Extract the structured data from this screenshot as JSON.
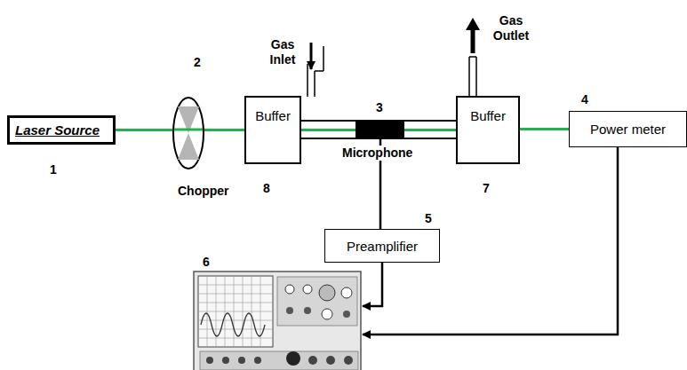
{
  "diagram": {
    "nodes": [
      {
        "text": [
          "Laser Source"
        ]
      },
      {
        "text": [
          "Buffer"
        ]
      },
      {
        "text": [
          "Buffer"
        ]
      },
      {
        "text": [
          "Power meter"
        ]
      },
      {
        "text": [
          "Preamplifier"
        ]
      }
    ],
    "edges": [
      {
        "from": 0,
        "to": 1,
        "arrow": "none"
      },
      {
        "from": 1,
        "to": 2,
        "arrow": "none"
      },
      {
        "from": 2,
        "to": 3,
        "arrow": "none"
      }
    ],
    "labels": [
      "Gas Outlet",
      "Gas Inlet",
      "2",
      "3",
      "4",
      "1",
      "Microphone",
      "5",
      "8",
      "7",
      "Chopper",
      "6"
    ]
  }
}
